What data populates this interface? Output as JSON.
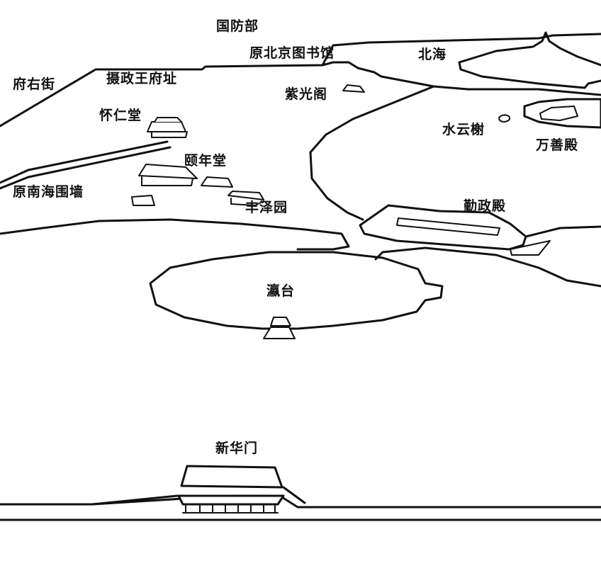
{
  "map": {
    "colors": {
      "line": "#111111",
      "background": "#ffffff"
    },
    "labels": {
      "guofangbu": "国防部",
      "library": "原北京图书馆",
      "beihai": "北海",
      "fuyoujie": "府右街",
      "shezhengwang": "摄政王府址",
      "ziguangge": "紫光阁",
      "huairentang": "怀仁堂",
      "shuiyunxie": "水云榭",
      "wanshandian": "万善殿",
      "yiniantang": "颐年堂",
      "nanhai_wall": "原南海围墙",
      "fengzeyuan": "丰泽园",
      "qinzhengdian": "勤政殿",
      "yingtai": "瀛台",
      "xinhuamen": "新华门"
    }
  }
}
